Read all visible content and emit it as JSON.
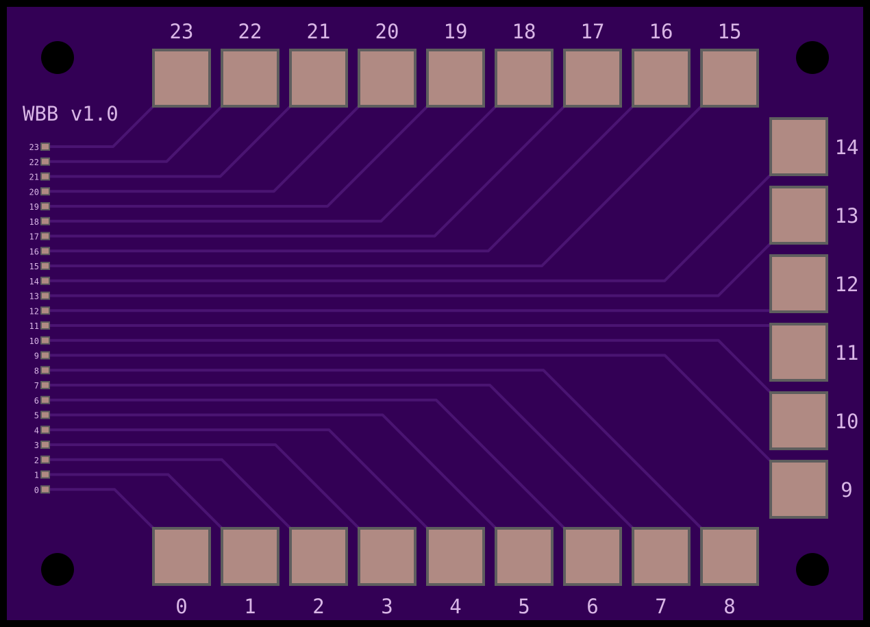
{
  "board": {
    "label": "WBB v1.0",
    "colors": {
      "substrate": "#330055",
      "outline": "#000000",
      "trace": "#4a1472",
      "pad_fill": "#b08a83",
      "pad_edge": "#5e5e5e",
      "silk": "#d9b6e6",
      "hole": "#000000"
    }
  },
  "top_pads": [
    {
      "label": "23"
    },
    {
      "label": "22"
    },
    {
      "label": "21"
    },
    {
      "label": "20"
    },
    {
      "label": "19"
    },
    {
      "label": "18"
    },
    {
      "label": "17"
    },
    {
      "label": "16"
    },
    {
      "label": "15"
    }
  ],
  "right_pads": [
    {
      "label": "14"
    },
    {
      "label": "13"
    },
    {
      "label": "12"
    },
    {
      "label": "11"
    },
    {
      "label": "10"
    },
    {
      "label": "9"
    }
  ],
  "bottom_pads": [
    {
      "label": "0"
    },
    {
      "label": "1"
    },
    {
      "label": "2"
    },
    {
      "label": "3"
    },
    {
      "label": "4"
    },
    {
      "label": "5"
    },
    {
      "label": "6"
    },
    {
      "label": "7"
    },
    {
      "label": "8"
    }
  ],
  "header_pins": [
    {
      "label": "23"
    },
    {
      "label": "22"
    },
    {
      "label": "21"
    },
    {
      "label": "20"
    },
    {
      "label": "19"
    },
    {
      "label": "18"
    },
    {
      "label": "17"
    },
    {
      "label": "16"
    },
    {
      "label": "15"
    },
    {
      "label": "14"
    },
    {
      "label": "13"
    },
    {
      "label": "12"
    },
    {
      "label": "11"
    },
    {
      "label": "10"
    },
    {
      "label": "9"
    },
    {
      "label": "8"
    },
    {
      "label": "7"
    },
    {
      "label": "6"
    },
    {
      "label": "5"
    },
    {
      "label": "4"
    },
    {
      "label": "3"
    },
    {
      "label": "2"
    },
    {
      "label": "1"
    },
    {
      "label": "0"
    }
  ]
}
